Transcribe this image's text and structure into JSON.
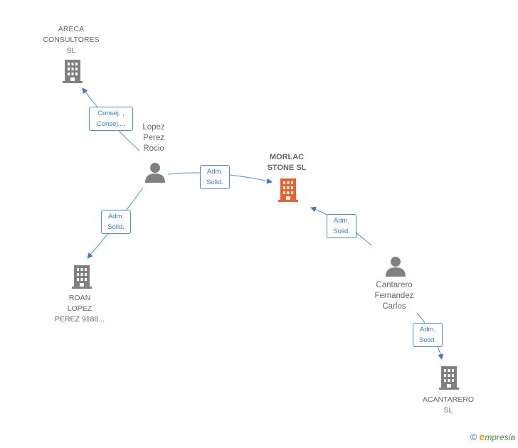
{
  "colors": {
    "node": "#808080",
    "focus": "#f0602a",
    "edge": "#4a90d9"
  },
  "nodes": {
    "areca": {
      "type": "company",
      "lines": [
        "ARECA",
        "CONSULTORES",
        "SL"
      ]
    },
    "lopez": {
      "type": "person",
      "lines": [
        "Lopez",
        "Perez",
        "Rocio"
      ]
    },
    "morlac": {
      "type": "company-focus",
      "lines": [
        "MORLAC",
        "STONE  SL"
      ]
    },
    "roan": {
      "type": "company",
      "lines": [
        "ROAN",
        "LOPEZ",
        "PEREZ 9188..."
      ]
    },
    "cantarero": {
      "type": "person",
      "lines": [
        "Cantarero",
        "Fernandez",
        "Carlos"
      ]
    },
    "acantarero": {
      "type": "company",
      "lines": [
        "ACANTARERO",
        "SL"
      ]
    }
  },
  "edges": {
    "lopez_areca": {
      "lines": [
        "Consej. ,",
        "Consej...."
      ]
    },
    "lopez_morlac": {
      "lines": [
        "Adm.",
        "Solid."
      ]
    },
    "lopez_roan": {
      "lines": [
        "Adm.",
        "Solid."
      ]
    },
    "cantarero_morlac": {
      "lines": [
        "Adm.",
        "Solid."
      ]
    },
    "cantarero_acantarero": {
      "lines": [
        "Adm.",
        "Solid."
      ]
    }
  },
  "watermark": {
    "copyright": "©",
    "brand_first": "e",
    "brand_rest": "mpresia"
  }
}
